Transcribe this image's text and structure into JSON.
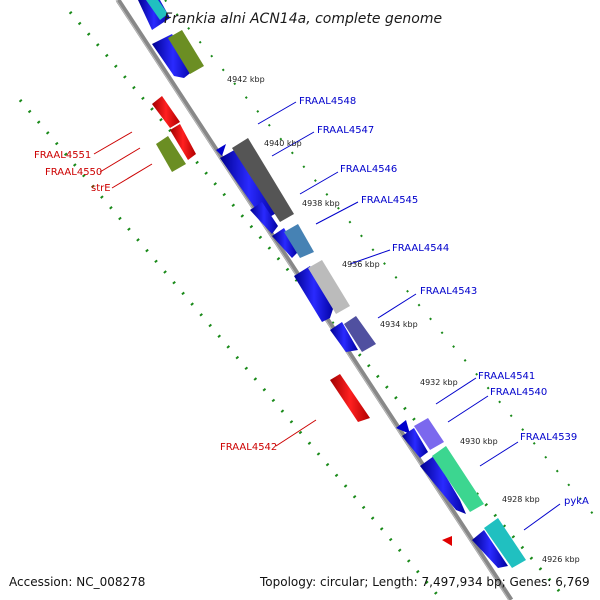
{
  "title": "Frankia alni ACN14a, complete genome",
  "accession": "Accession: NC_008278",
  "topology": "Topology: circular; Length: 7,497,934 bp; Genes: 6,769",
  "kbp_ticks": [
    "4942 kbp",
    "4940 kbp",
    "4938 kbp",
    "4936 kbp",
    "4934 kbp",
    "4932 kbp",
    "4930 kbp",
    "4928 kbp",
    "4926 kbp"
  ],
  "labels": {
    "forward_color": "#0000cc",
    "reverse_color": "#cc0000",
    "forward": [
      "FRAAL4548",
      "FRAAL4547",
      "FRAAL4546",
      "FRAAL4545",
      "FRAAL4544",
      "FRAAL4543",
      "FRAAL4541",
      "FRAAL4540",
      "FRAAL4539",
      "pykA"
    ],
    "reverse": [
      "FRAAL4551",
      "FRAAL4550",
      "strE",
      "FRAAL4542"
    ]
  },
  "colors": {
    "backbone": "#888888",
    "cds_blue": "#0000e0",
    "cds_red": "#e00000",
    "dots": "#1a8a1a",
    "olive": "#6b8e23",
    "dark_gray": "#555555",
    "steel": "#4682b4",
    "light_gray": "#bbbbbb",
    "slate": "#5050a0",
    "lavender": "#7b68ee",
    "spring": "#3cd690",
    "cyan": "#20c0c0"
  }
}
